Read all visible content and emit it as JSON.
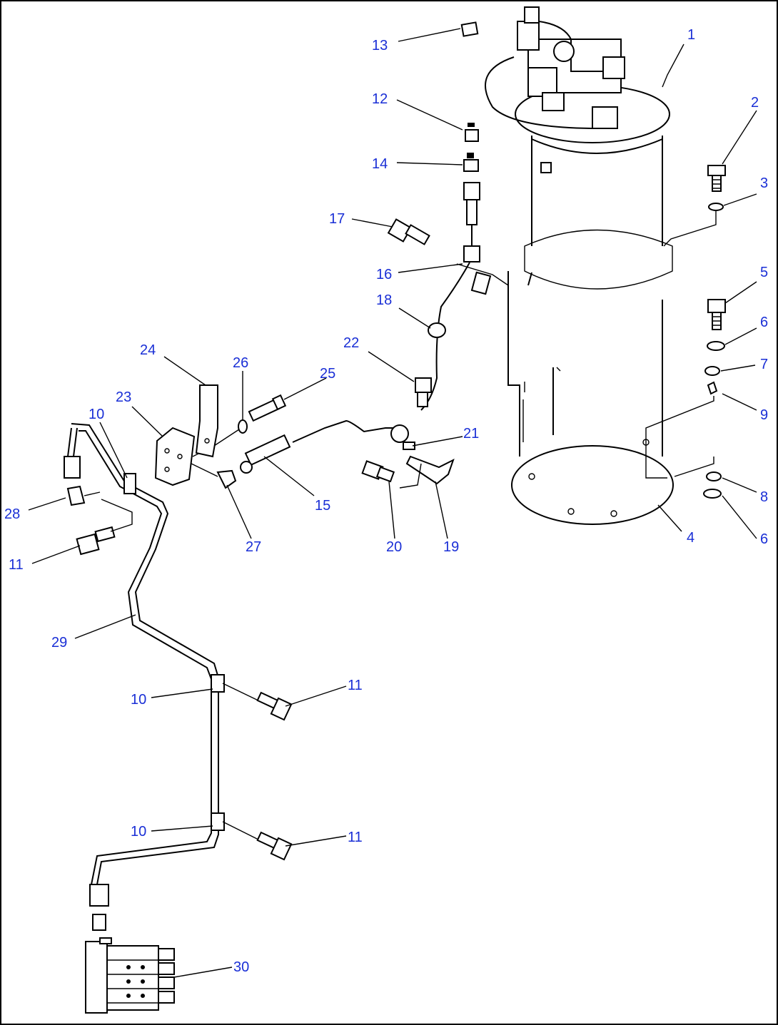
{
  "diagram": {
    "labels": [
      "1",
      "2",
      "3",
      "4",
      "5",
      "6",
      "6",
      "7",
      "8",
      "9",
      "10",
      "10",
      "10",
      "11",
      "11",
      "11",
      "12",
      "13",
      "14",
      "15",
      "16",
      "17",
      "18",
      "19",
      "20",
      "21",
      "22",
      "23",
      "24",
      "25",
      "26",
      "27",
      "28",
      "29",
      "30"
    ]
  }
}
